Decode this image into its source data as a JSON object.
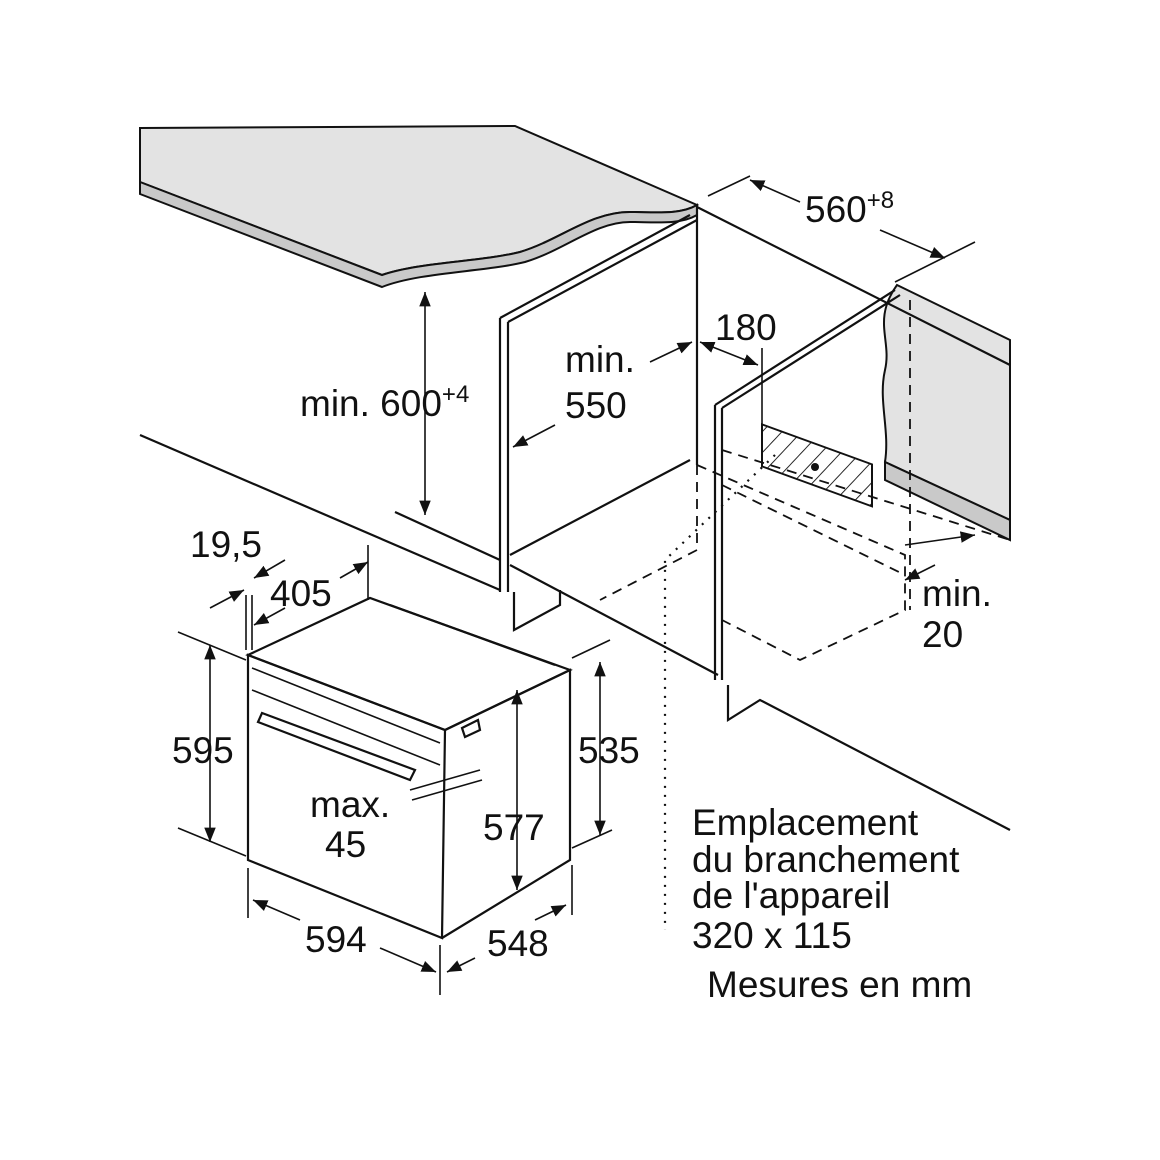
{
  "dimensions": {
    "width_cutout": "560",
    "width_cutout_tol": "+8",
    "socket_offset": "180",
    "depth_min_label": "min.",
    "depth_min": "550",
    "height_min": "min. 600",
    "height_min_tol": "+4",
    "front_panel": "19,5",
    "rail_depth": "405",
    "oven_height": "595",
    "oven_body_height": "535",
    "gap_max_label": "max.",
    "gap_max": "45",
    "inner_height": "577",
    "oven_width": "594",
    "oven_depth": "548",
    "clearance_min_label": "min.",
    "clearance_min": "20"
  },
  "note": {
    "lines": [
      "Emplacement",
      "du branchement",
      "de l'appareil",
      "320 x 115"
    ],
    "units": "Mesures en mm"
  },
  "colors": {
    "surface": "#e3e3e3",
    "edge": "#c9c9c9",
    "line": "#111111"
  }
}
